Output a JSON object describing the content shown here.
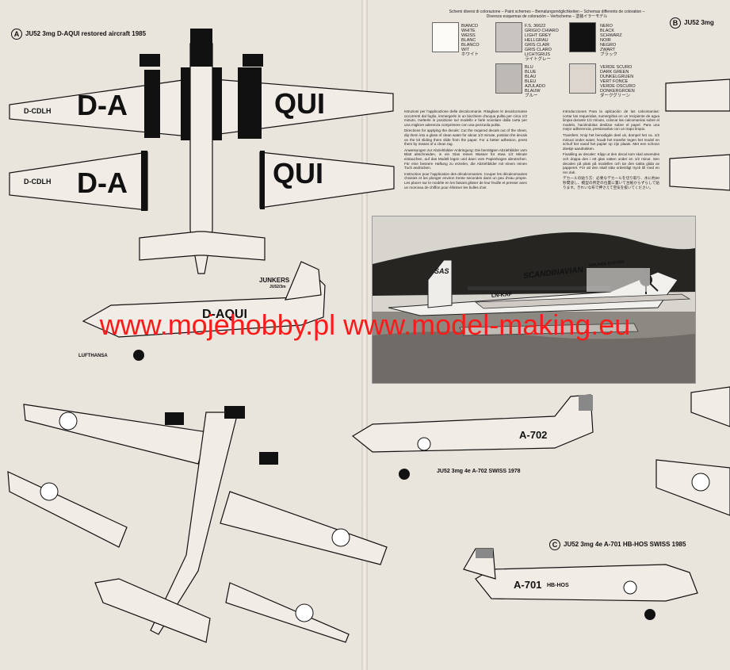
{
  "headers": {
    "a_letter": "A",
    "a_title": "JU52 3mg   D-AQUI  restored aircraft 1985",
    "b_letter": "B",
    "b_title": "JU52 3mg",
    "c_letter": "C",
    "c_title": "JU52 3mg   4e  A-701  HB-HOS    SWISS 1985",
    "d_title": "JU52 3mg   4e  A-702  SWISS  1978"
  },
  "markings": {
    "wing_left_upper": "D-A",
    "wing_right_upper": "QUI",
    "wing_left_lower": "D-A",
    "wing_right_lower": "QUI",
    "wing_reg_small_1": "D-CDLH",
    "wing_reg_small_2": "D-CDLH",
    "fuselage_reg": "D-AQUI",
    "junkers": "JUNKERS",
    "junkers_sub": "JU52/3m",
    "lufthansa": "LUFTHANSA",
    "swiss_a702": "A-702",
    "swiss_a701": "A-701",
    "swiss_hbhos": "HB-HOS"
  },
  "paint_schemes": {
    "heading": "Schemi diversi di colorazione – Paint schemes – Bemalungsmöglichkeiten – Schemas differents de coloration –\nDiversos esquemas de coloración – Verfschema – 塗装イラーモデル",
    "white": "BIANCO\nWHITE\nWEISS\nBLANC\nBLANCO\nWIT\nホワイト",
    "light_grey": "F.S. 36622\nGRIGIO CHIARO\nLIGHT GREY\nHELLGRAU\nGRIS CLAIR\nGRIS CLARO\nLICHTGRIJS\nライトグレー",
    "black": "NERO\nBLACK\nSCHWARZ\nNOIR\nNEGRO\nZWART\nブラック",
    "blue": "BLU\nBLUE\nBLAU\nBLEU\nAZULADO\nBLAUW\nブルー",
    "dark_green": "VERDE SCURO\nDARK GREEN\nDUNKELGRUEN\nVERT FONCE\nVERDE OSCURO\nDONKERGROEN\nダークグリーン"
  },
  "instructions": {
    "it": "Istruzioni per l'applicazione delle decalcomanie. Ritagliare le decalcomanie occorrenti dal foglio, immergerle in un bicchiere d'acqua pulita per circa 1/2 minuto, metterle in posizione sul modello e farle scivolare dalla carta per una migliore aderenza comprimere con una pezzuola pulita.",
    "en": "Directions for applying the decals: Cut the required decals out of the sheet, dip them into a glass of clean water for about 1/2 minute, position the decals on the kit sliding them slide from the paper. For a better adhesion, press them by means of a clean rag.",
    "de": "Anweisungen zur Abziehbilder-Anbringung: Die benötigten Abziehbilder vom Blatt abschneiden, in ein Glas reines Wasser für etwa 1/2 Minute eintauchen, auf das Modell legen und dann vom Papierbogen abrutschen. Für eine bessere Haftung zu erzielen, die Abziehbilder mit einem reinen Tuch andrücken.",
    "fr": "Instruction pour l'application des décalcomanies. Couper les décalcomanies choisies et les plonger environ trente secondes dans un peu d'eau propre. Les placer sur le modèle en les faisant glisser de leur feuille et presser avec un morceau de chiffon pour éliminer les bulles d'air.",
    "es": "Introducciones Para la aplicación de las calcomanías: cortar las requeridas, sumergirlas en un recipiente de agua limpia durante 1/2 minuto, colocar las calcomanías sobre el modelo, haciéndolas deslizar sobre el papel. Para una mejor adherencia, presionarlas con un trapo limpio.",
    "nl": "Transfers: Knip het benodigde deel uit, dompel het ca. 1/2 minuut onder water, houdt het transfer tegen het model en schuif het vanaf het papier op zijn plaats. Met een schoon doekje aandrukken.",
    "pt": "Fixatiling av decaler: Klipp ut den decal som skal anvendes och doppa den i ett glas vatten under en 1/2 minut. Sen decalen på plats på modellen och tar den sakta glida av papperet. För att den skall sitta ordentligt tryck till med en ren duk.",
    "jp": "デカールの貼り方：必要なデカールを切り取り、水に約30秒間浸し、模型の所定の位置に置いて台紙からずらして貼ります。きれいな布で押さえて空気を抜いてください。"
  },
  "photo": {
    "airline": "SCANDINAVIAN",
    "sub": "AIRLINES SYSTEM",
    "sas": "SAS",
    "reg": "LN-KAF"
  },
  "watermark": "www.mojehobby.pl www.model-making.eu"
}
